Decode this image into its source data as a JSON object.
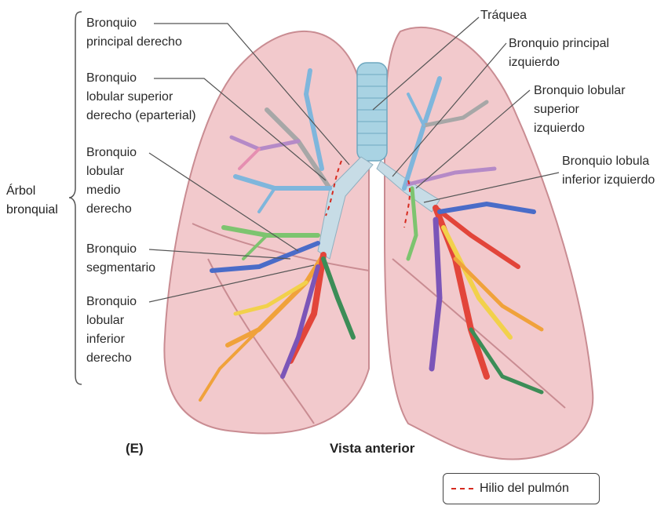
{
  "labels_left": {
    "group_title": [
      "Árbol",
      "bronquial"
    ],
    "items": [
      {
        "lines": [
          "Bronquio",
          "principal derecho"
        ]
      },
      {
        "lines": [
          "Bronquio",
          "lobular superior",
          "derecho (eparterial)"
        ]
      },
      {
        "lines": [
          "Bronquio",
          "lobular",
          "medio",
          "derecho"
        ]
      },
      {
        "lines": [
          "Bronquio",
          "segmentario"
        ]
      },
      {
        "lines": [
          "Bronquio",
          "lobular",
          "inferior",
          "derecho"
        ]
      }
    ]
  },
  "labels_right": [
    {
      "lines": [
        "Tráquea"
      ]
    },
    {
      "lines": [
        "Bronquio principal",
        "izquierdo"
      ]
    },
    {
      "lines": [
        "Bronquio lobular",
        "superior",
        "izquierdo"
      ]
    },
    {
      "lines": [
        "Bronquio lobula",
        "inferior izquierdo"
      ]
    }
  ],
  "panel_letter": "(E)",
  "view_caption": "Vista anterior",
  "legend": {
    "label": "Hilio del pulmón",
    "swatch_color": "#d62a1f"
  },
  "colors": {
    "lung_fill": "#f2c9cc",
    "lung_outline": "#c98c92",
    "trachea": "#a9d3e3",
    "main_bronchus": "#c7dce6",
    "upper_lobe_branches": [
      "#7fb6dc",
      "#a7a7a7",
      "#b58ac7",
      "#e58fb1"
    ],
    "middle_lobe_branches": [
      "#7dc46f",
      "#4a6cc8"
    ],
    "lower_lobe_branches": [
      "#e2453a",
      "#f0a23b",
      "#f2d14b",
      "#7b55b8",
      "#3c8d57"
    ]
  }
}
